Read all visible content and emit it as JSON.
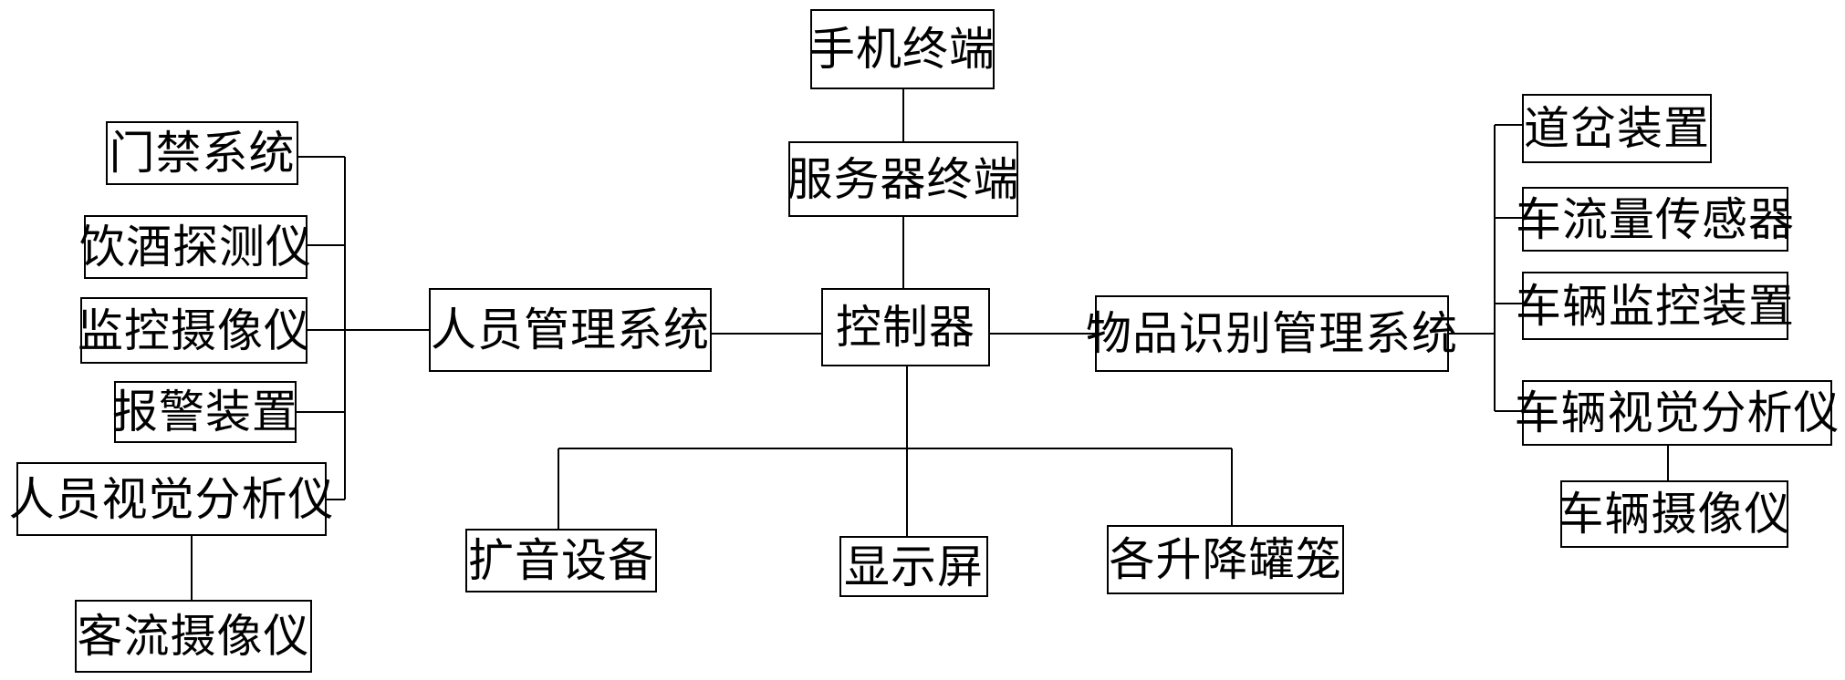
{
  "diagram": {
    "nodes": {
      "mobile_terminal": "手机终端",
      "server_terminal": "服务器终端",
      "controller": "控制器",
      "personnel_mgmt": "人员管理系统",
      "item_recognition_mgmt": "物品识别管理系统",
      "access_control": "门禁系统",
      "alcohol_detector": "饮酒探测仪",
      "surveillance_camera": "监控摄像仪",
      "alarm_device": "报警装置",
      "personnel_vision_analyzer": "人员视觉分析仪",
      "passenger_flow_camera": "客流摄像仪",
      "turnout_device": "道岔装置",
      "traffic_flow_sensor": "车流量传感器",
      "vehicle_monitoring_device": "车辆监控装置",
      "vehicle_vision_analyzer": "车辆视觉分析仪",
      "vehicle_camera": "车辆摄像仪",
      "pa_equipment": "扩音设备",
      "display_screen": "显示屏",
      "lift_cages": "各升降罐笼"
    },
    "line_color": "#000000",
    "box_border_color": "#000000"
  }
}
